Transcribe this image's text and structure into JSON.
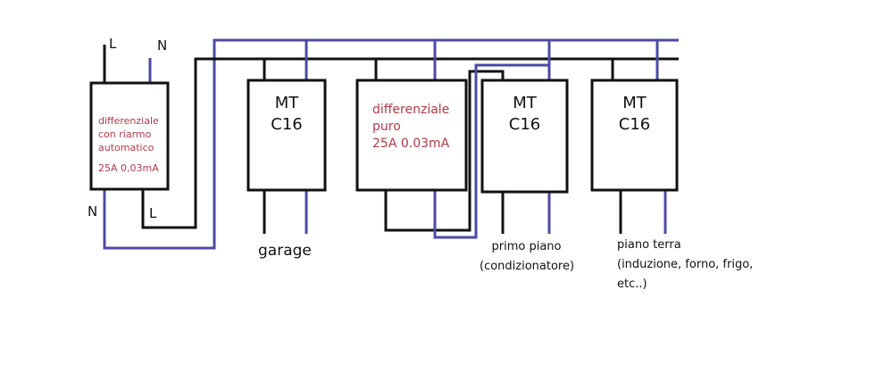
{
  "colors": {
    "neutral_wire": "#4b4aa6",
    "phase_wire": "#111111",
    "device_text": "#b23a48"
  },
  "inputs": {
    "line": "L",
    "neutral": "N"
  },
  "rcbo": {
    "outputs": {
      "neutral": "N",
      "line": "L"
    },
    "lines": [
      "differenziale",
      "con riarmo",
      "automatico"
    ],
    "rating": "25A 0,03mA"
  },
  "breakers": [
    {
      "lines": [
        "MT",
        "C16"
      ],
      "caption": [
        "garage"
      ]
    },
    {
      "lines": [
        "MT",
        "C16"
      ],
      "caption": [
        "primo piano",
        "(condizionatore)"
      ]
    },
    {
      "lines": [
        "MT",
        "C16"
      ],
      "caption": [
        "piano terra",
        "(induzione, forno, frigo,",
        "etc..)"
      ]
    }
  ],
  "rccb": {
    "lines": [
      "differenziale",
      "puro",
      "25A 0.03mA"
    ]
  }
}
